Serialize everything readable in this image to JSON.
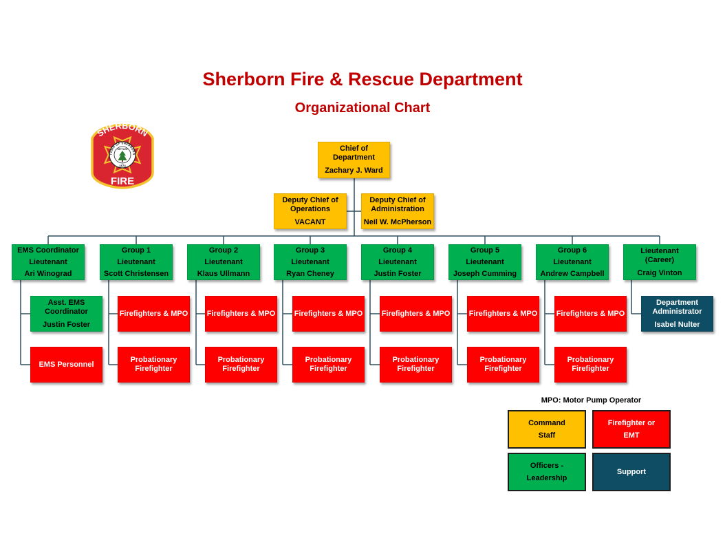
{
  "title": "Sherborn Fire & Rescue Department",
  "subtitle": "Organizational Chart",
  "logo": {
    "top": "SHERBORN",
    "bottom": "FIRE",
    "ring": "TOWN OF SHERBORN",
    "settled": "SETTLED",
    "year": "1674"
  },
  "chief": {
    "title": "Chief of Department",
    "name": "Zachary J. Ward"
  },
  "deputies": [
    {
      "title": "Deputy Chief of Operations",
      "name": "VACANT"
    },
    {
      "title": "Deputy Chief of Administration",
      "name": "Neil W. McPherson"
    }
  ],
  "units": [
    {
      "unit": "EMS Coordinator",
      "rank": "Lieutenant",
      "name": "Ari Winograd",
      "staff": [
        {
          "title": "Asst. EMS Coordinator",
          "name": "Justin Foster"
        },
        {
          "title": "EMS Personnel"
        }
      ]
    },
    {
      "unit": "Group 1",
      "rank": "Lieutenant",
      "name": "Scott Christensen",
      "staff": [
        {
          "title": "Firefighters & MPO"
        },
        {
          "title": "Probationary Firefighter"
        }
      ]
    },
    {
      "unit": "Group 2",
      "rank": "Lieutenant",
      "name": "Klaus Ullmann",
      "staff": [
        {
          "title": "Firefighters & MPO"
        },
        {
          "title": "Probationary Firefighter"
        }
      ]
    },
    {
      "unit": "Group 3",
      "rank": "Lieutenant",
      "name": "Ryan Cheney",
      "staff": [
        {
          "title": "Firefighters & MPO"
        },
        {
          "title": "Probationary Firefighter"
        }
      ]
    },
    {
      "unit": "Group 4",
      "rank": "Lieutenant",
      "name": "Justin Foster",
      "staff": [
        {
          "title": "Firefighters & MPO"
        },
        {
          "title": "Probationary Firefighter"
        }
      ]
    },
    {
      "unit": "Group 5",
      "rank": "Lieutenant",
      "name": "Joseph Cumming",
      "staff": [
        {
          "title": "Firefighters & MPO"
        },
        {
          "title": "Probationary Firefighter"
        }
      ]
    },
    {
      "unit": "Group 6",
      "rank": "Lieutenant",
      "name": "Andrew Campbell",
      "staff": [
        {
          "title": "Firefighters & MPO"
        },
        {
          "title": "Probationary Firefighter"
        }
      ]
    },
    {
      "unit": "Lieutenant (Career)",
      "name": "Craig Vinton",
      "staff": [
        {
          "title": "Department Administrator",
          "name": "Isabel Nulter"
        }
      ]
    }
  ],
  "legend": {
    "note": "MPO: Motor Pump Operator",
    "items": [
      {
        "label": "Command Staff",
        "color": "#FFC000"
      },
      {
        "label": "Firefighter or EMT",
        "color": "#FF0000"
      },
      {
        "label": "Officers - Leadership",
        "color": "#00B050"
      },
      {
        "label": "Support",
        "color": "#0E4D64"
      }
    ]
  },
  "colors": {
    "title": "#C00000",
    "command": "#FFC000",
    "firefighter": "#FF0000",
    "officer": "#00B050",
    "support": "#0E4D64",
    "connector": "#2F4F5E"
  }
}
